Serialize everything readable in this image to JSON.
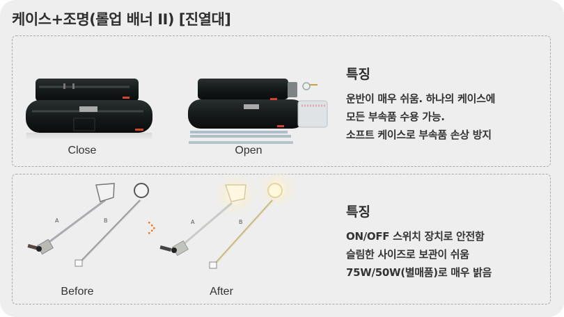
{
  "title": "케이스+조명(롤업 배너 II) [진열대]",
  "sections": [
    {
      "images": [
        {
          "caption": "Close",
          "icon": "closed-bag-case-image"
        },
        {
          "caption": "Open",
          "icon": "open-bag-case-image"
        }
      ],
      "feature": {
        "heading": "특징",
        "lines": [
          "운반이 매우 쉬움. 하나의 케이스에",
          "모든 부속품 수용 가능.",
          "소프트 케이스로 부속품 손상 방지"
        ]
      }
    },
    {
      "images": [
        {
          "caption": "Before",
          "icon": "lamps-off-image",
          "lamp_labels": [
            "A",
            "B"
          ]
        },
        {
          "caption": "After",
          "icon": "lamps-on-image",
          "lamp_labels": [
            "A",
            "B"
          ]
        }
      ],
      "arrow_icon": "dotted-arrow-right-icon",
      "arrow_color": "#f07a1e",
      "feature": {
        "heading": "특징",
        "lines": [
          "ON/OFF 스위치 장치로 안전함",
          "슬림한 사이즈로 보관이 쉬움",
          "75W/50W(별매품)로 매우 밝음"
        ]
      }
    }
  ]
}
